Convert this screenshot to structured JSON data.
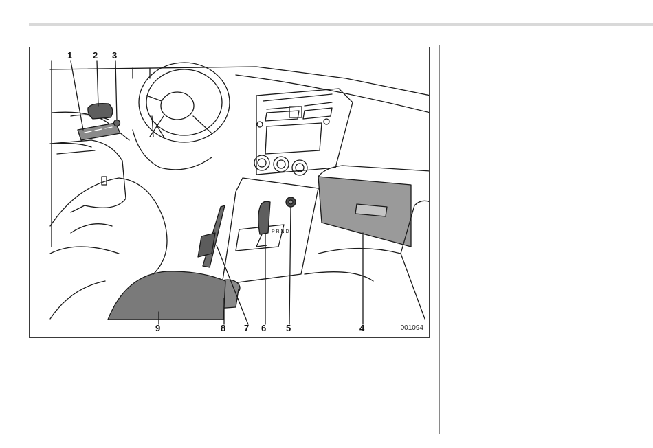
{
  "figure": {
    "callouts": [
      "1",
      "2",
      "3",
      "4",
      "5",
      "6",
      "7",
      "8",
      "9"
    ],
    "code": "001094",
    "colors": {
      "line": "#1a1a1a",
      "dark_fill": "#6b6b6b",
      "mid_fill": "#9a9a9a"
    }
  }
}
